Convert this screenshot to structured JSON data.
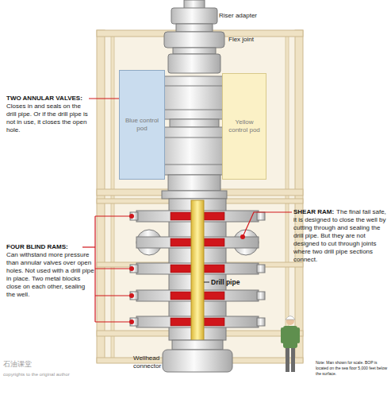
{
  "diagram": {
    "nodes": [
      {
        "text": [
          "Blue control pod"
        ]
      },
      {
        "text": [
          "Yellow control pod"
        ]
      }
    ],
    "labels": [
      "Riser adapter",
      "Flex joint",
      "TWO ANNULAR VALVES:",
      "Closes in and seals on the drill pipe. Or if the drill pipe is not in use, it closes the open hole.",
      "SHEAR RAM:",
      "The final fail safe, it is designed to close the well by cutting through and sealing the drill pipe. But they are not designed to cut through joints where two drill pipe sections connect.",
      "FOUR BLIND RAMS:",
      "Can withstand more pressure than annular valves over open holes. Not used with a drill pipe in place. Two metal blocks close on each other, sealing the well.",
      "Drill pipe",
      "Wellhead connector",
      "Note: Man shown for scale. BOP is located on the sea floor 5,000 feet below the surface.",
      "石油课堂",
      "copyrights to the original author"
    ]
  }
}
